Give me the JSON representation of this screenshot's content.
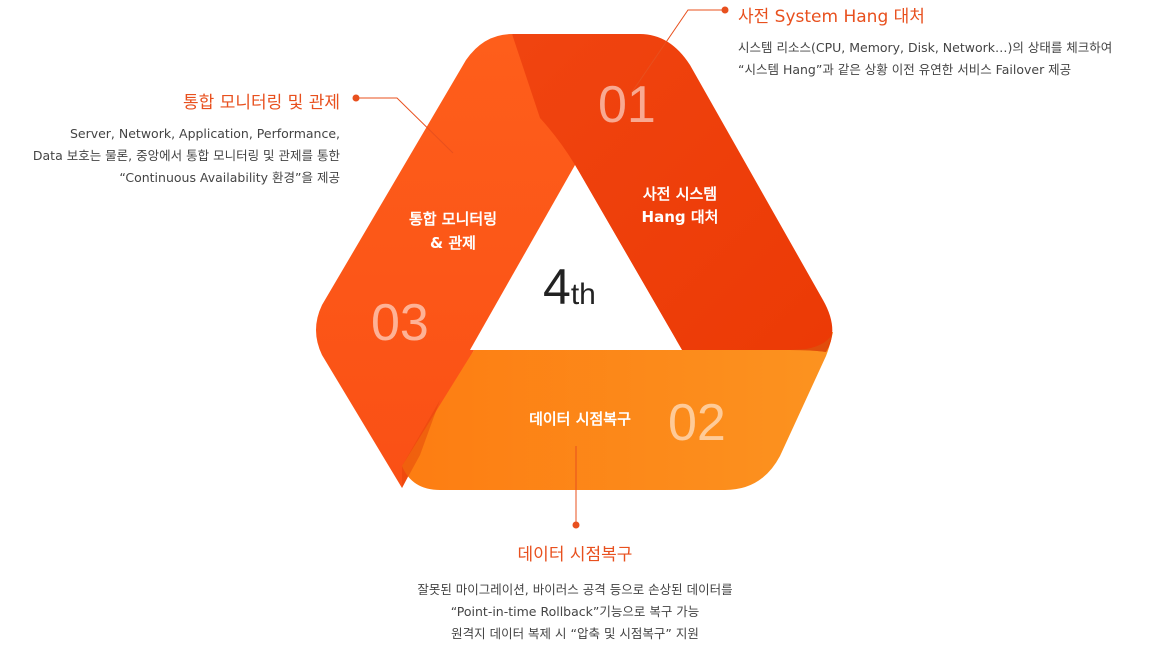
{
  "center_label": {
    "number": "4",
    "suffix": "th"
  },
  "segments": [
    {
      "number": "01",
      "label_lines": [
        "사전 시스템",
        "Hang 대처"
      ],
      "color": "#ef3e0f"
    },
    {
      "number": "02",
      "label_lines": [
        "데이터 시점복구"
      ],
      "color": "#fb8c18"
    },
    {
      "number": "03",
      "label_lines": [
        "통합 모니터링",
        "& 관제"
      ],
      "color": "#fe5a18"
    }
  ],
  "callouts": {
    "c01": {
      "title": "사전 System Hang 대처",
      "lines": [
        "시스템 리소스(CPU, Memory, Disk, Network…)의 상태를 체크하여",
        "“시스템 Hang”과 같은 상황 이전 유연한 서비스 Failover 제공"
      ]
    },
    "c03": {
      "title": "통합 모니터링 및 관제",
      "lines": [
        "Server, Network, Application, Performance,",
        "Data 보호는 물론, 중앙에서 통합 모니터링 및 관제를 통한",
        "“Continuous Availability 환경”을 제공"
      ]
    },
    "c02": {
      "title": "데이터 시점복구",
      "lines": [
        "잘못된 마이그레이션, 바이러스 공격 등으로 손상된 데이터를",
        "“Point-in-time Rollback”기능으로 복구 가능",
        "원격지 데이터 복제 시 “압축 및 시점복구” 지원"
      ]
    }
  },
  "colors": {
    "accent": "#e8501e",
    "segment_01": "#ef3e0f",
    "segment_01_dark": "#c92d05",
    "segment_02": "#fb8c18",
    "segment_02_dark": "#e86a0c",
    "segment_03": "#fe5a18",
    "segment_03_dark": "#e24308",
    "connector": "#e8501e"
  }
}
